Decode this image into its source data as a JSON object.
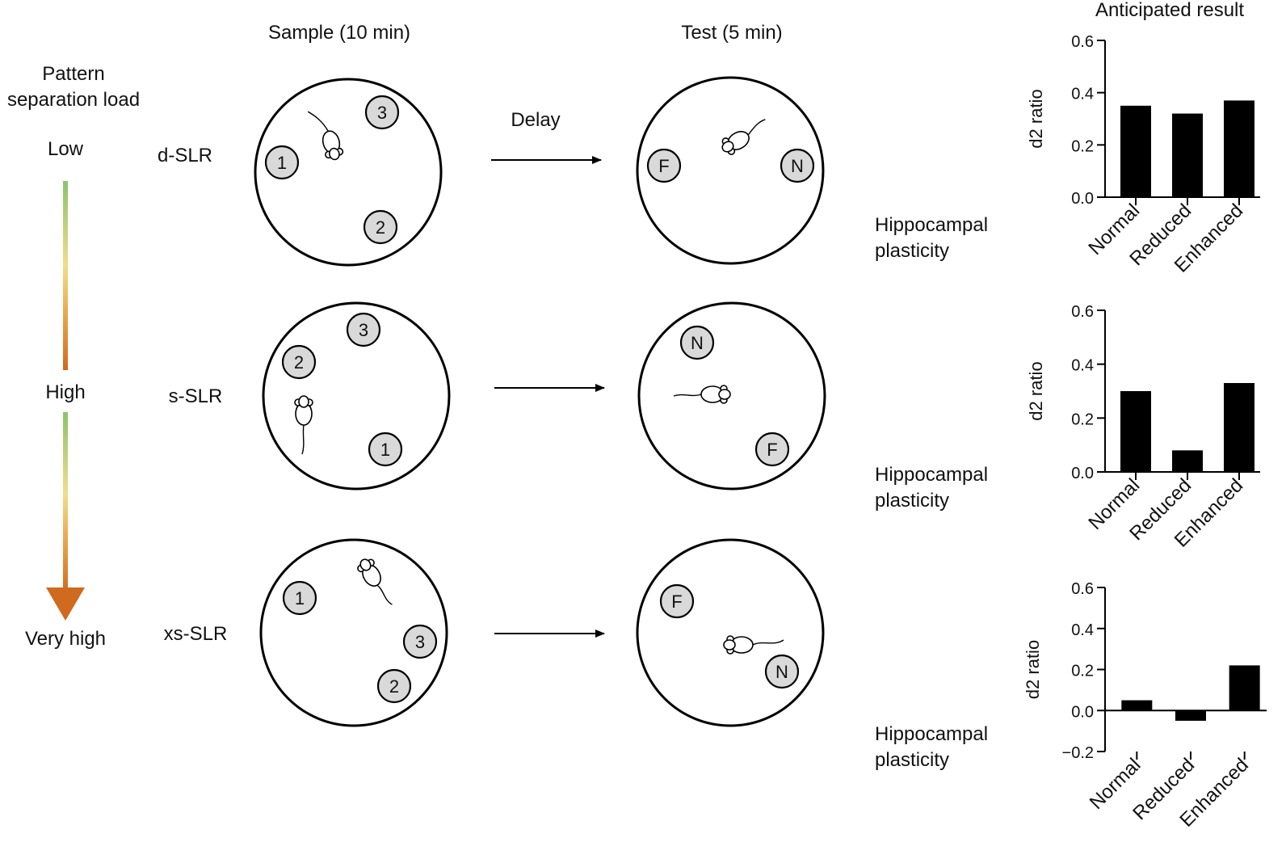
{
  "headers": {
    "sample": "Sample (10 min)",
    "test": "Test (5 min)",
    "anticipated": "Anticipated result",
    "delay": "Delay"
  },
  "load_scale": {
    "title_line1": "Pattern",
    "title_line2": "separation load",
    "low": "Low",
    "high": "High",
    "very_high": "Very high",
    "gradient_colors": [
      "#8cc46a",
      "#f2dd8c",
      "#e9a850",
      "#d06a1e"
    ]
  },
  "rows": [
    {
      "condition": "d-SLR",
      "sample_objects": [
        "1",
        "3",
        "2"
      ],
      "test_objects": [
        "F",
        "N"
      ],
      "side_label_line1": "Hippocampal",
      "side_label_line2": "plasticity"
    },
    {
      "condition": "s-SLR",
      "sample_objects": [
        "2",
        "3",
        "1"
      ],
      "test_objects": [
        "N",
        "F"
      ],
      "side_label_line1": "Hippocampal",
      "side_label_line2": "plasticity"
    },
    {
      "condition": "xs-SLR",
      "sample_objects": [
        "1",
        "3",
        "2"
      ],
      "test_objects": [
        "F",
        "N"
      ],
      "side_label_line1": "Hippocampal",
      "side_label_line2": "plasticity"
    }
  ],
  "chart_data": [
    {
      "type": "bar",
      "title": "Anticipated result",
      "ylabel": "d2 ratio",
      "categories": [
        "Normal",
        "Reduced",
        "Enhanced"
      ],
      "values": [
        0.35,
        0.32,
        0.37
      ],
      "ylim": [
        0,
        0.6
      ],
      "yticks": [
        "0.0",
        "0.2",
        "0.4",
        "0.6"
      ],
      "bar_color": "#000000"
    },
    {
      "type": "bar",
      "ylabel": "d2 ratio",
      "categories": [
        "Normal",
        "Reduced",
        "Enhanced"
      ],
      "values": [
        0.3,
        0.08,
        0.33
      ],
      "ylim": [
        0,
        0.6
      ],
      "yticks": [
        "0.0",
        "0.2",
        "0.4",
        "0.6"
      ],
      "bar_color": "#000000"
    },
    {
      "type": "bar",
      "ylabel": "d2 ratio",
      "categories": [
        "Normal",
        "Reduced",
        "Enhanced"
      ],
      "values": [
        0.05,
        -0.05,
        0.22
      ],
      "ylim": [
        -0.2,
        0.6
      ],
      "yticks": [
        "−0.2",
        "0.0",
        "0.2",
        "0.4",
        "0.6"
      ],
      "bar_color": "#000000"
    }
  ]
}
